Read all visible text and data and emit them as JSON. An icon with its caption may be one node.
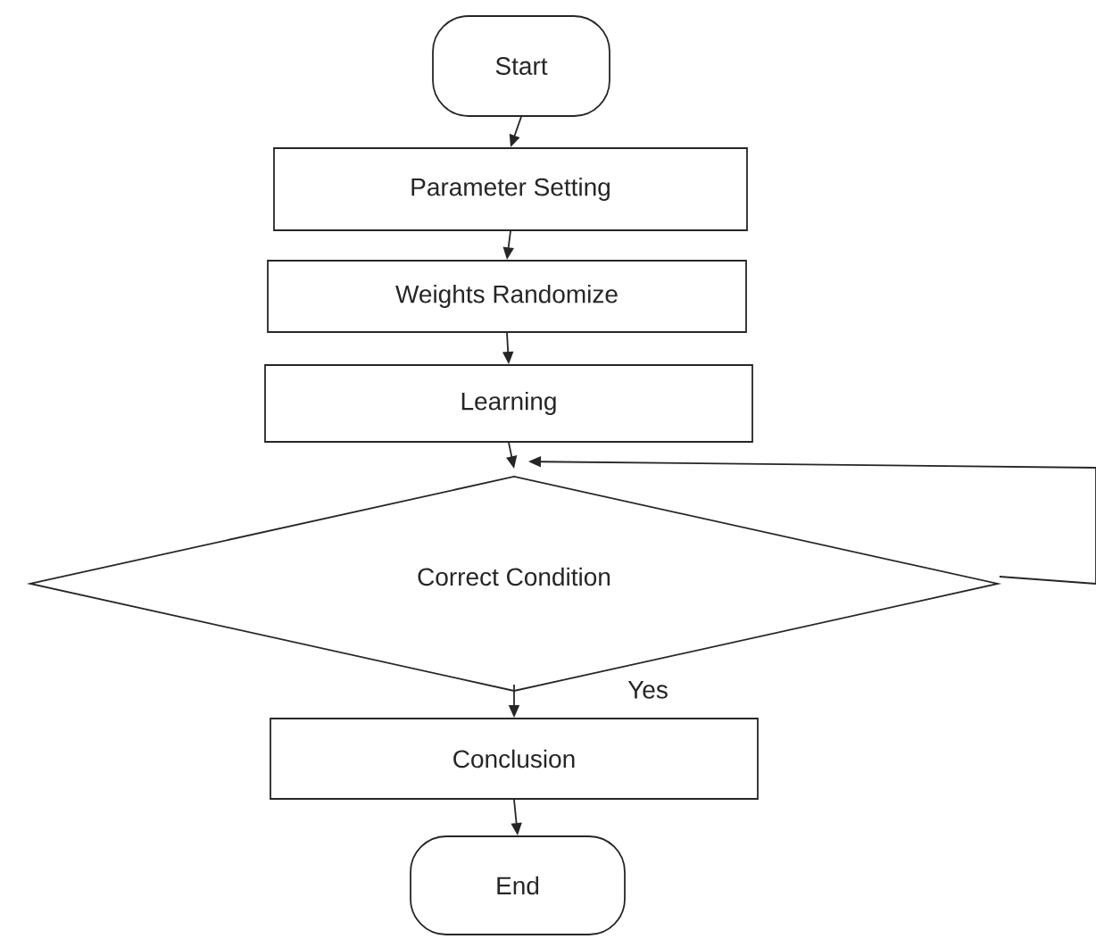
{
  "diagram": {
    "nodes": [
      {
        "text": [
          "Start"
        ]
      },
      {
        "text": [
          "Parameter Setting"
        ]
      },
      {
        "text": [
          "Weights Randomize"
        ]
      },
      {
        "text": [
          "Learning"
        ]
      },
      {
        "text": [
          "Correct Condition"
        ]
      },
      {
        "text": [
          "Conclusion"
        ]
      },
      {
        "text": [
          "End"
        ]
      }
    ],
    "edges": [
      {
        "from": 0,
        "to": 1,
        "arrow": "to"
      },
      {
        "from": 1,
        "to": 2,
        "arrow": "to"
      },
      {
        "from": 2,
        "to": 3,
        "arrow": "to"
      },
      {
        "from": 3,
        "to": 4,
        "arrow": "to"
      },
      {
        "from": 4,
        "to": 5,
        "arrow": "to",
        "label": "Yes"
      },
      {
        "from": 5,
        "to": 6,
        "arrow": "to"
      },
      {
        "from": 4,
        "to": 4,
        "arrow": "to"
      }
    ]
  }
}
